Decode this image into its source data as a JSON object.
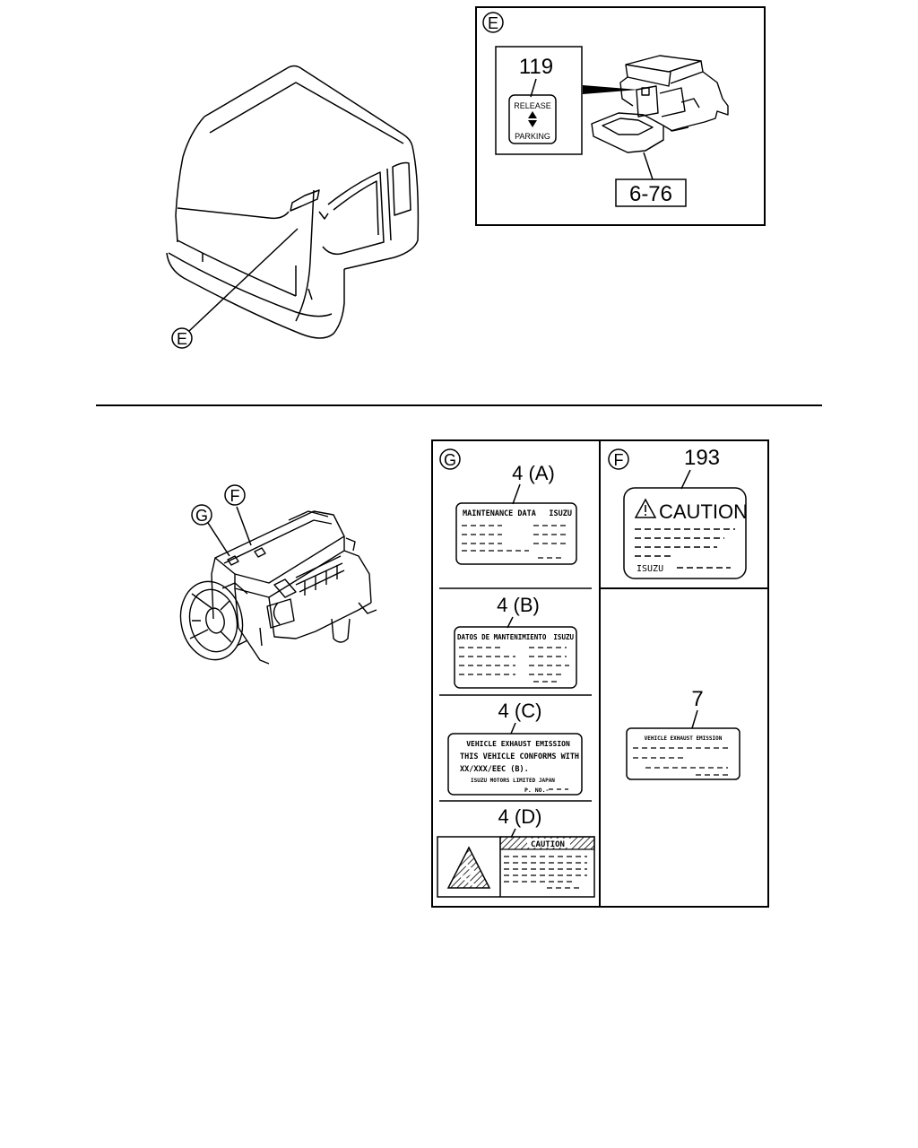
{
  "callouts": {
    "cab_E": "E",
    "detail_E": "E",
    "engine_G": "G",
    "engine_F": "F",
    "panel_G": "G",
    "panel_F": "F"
  },
  "detail_e": {
    "part_number": "119",
    "label_release": "RELEASE",
    "label_parking": "PARKING",
    "ref": "6-76"
  },
  "labels": {
    "a": {
      "part": "4 (A)",
      "title": "MAINTENANCE DATA",
      "brand": "ISUZU"
    },
    "b": {
      "part": "4 (B)",
      "title": "DATOS DE MANTENIMIENTO",
      "brand": "ISUZU"
    },
    "c": {
      "part": "4 (C)",
      "line1": "VEHICLE EXHAUST EMISSION",
      "line2": "THIS VEHICLE CONFORMS WITH",
      "line3": "XX/XXX/EEC (B).",
      "line4": "ISUZU MOTORS LIMITED JAPAN",
      "line5": "P. NO.-"
    },
    "d": {
      "part": "4 (D)",
      "title": "CAUTION"
    },
    "caution_193": {
      "part": "193",
      "title": "CAUTION",
      "brand": "ISUZU"
    },
    "emission_7": {
      "part": "7",
      "title": "VEHICLE EXHAUST EMISSION"
    }
  }
}
